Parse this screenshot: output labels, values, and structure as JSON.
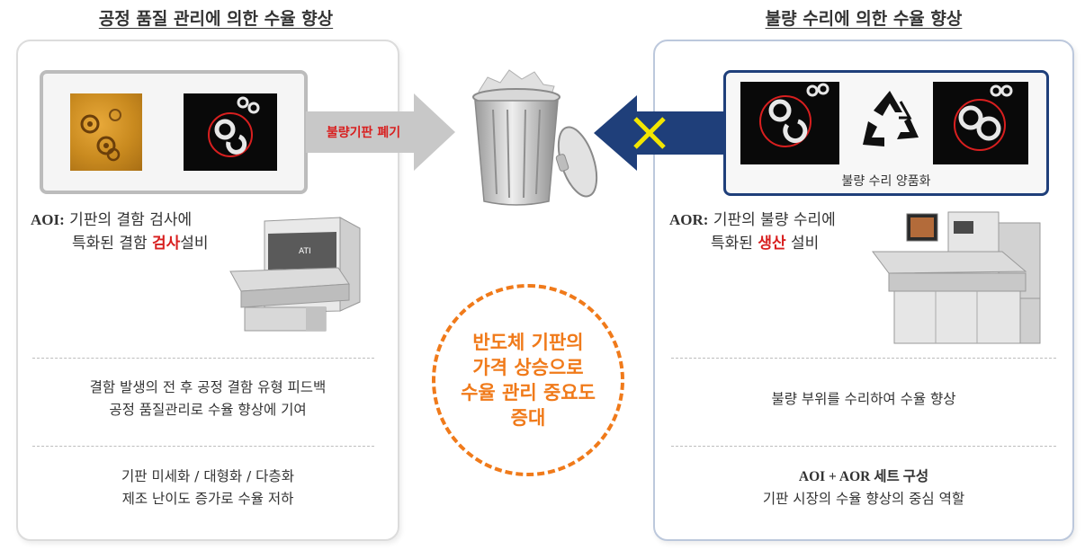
{
  "left": {
    "header": "공정 품질 관리에 의한 수율 향상",
    "arrow_label": "불량기판 폐기",
    "aoi_prefix": "AOI:",
    "aoi_line1_rest": " 기판의 결함 검사에",
    "aoi_line2_pre": "특화된 결함 ",
    "aoi_line2_hl": "검사",
    "aoi_line2_post": "설비",
    "text1_line1": "결함 발생의 전 후 공정 결함 유형 피드백",
    "text1_line2": "공정 품질관리로  수율 향상에 기여",
    "text2_line1": "기판 미세화 / 대형화 / 다층화",
    "text2_line2": "제조 난이도 증가로 수율 저하"
  },
  "right": {
    "header": "불량 수리에 의한 수율 향상",
    "caption": "불량 수리 양품화",
    "aor_prefix": "AOR:",
    "aor_line1_rest": " 기판의 불량 수리에",
    "aor_line2_pre": "특화된 ",
    "aor_line2_hl": "생산",
    "aor_line2_post": " 설비",
    "text1": "불량 부위를  수리하여 수율 향상",
    "text2_line1": "AOI + AOR 세트 구성",
    "text2_line2": "기판 시장의 수율 향상의 중심 역할"
  },
  "center": {
    "line1": "반도체 기판의",
    "line2": "가격 상승으로",
    "line3": "수율 관리 중요도",
    "line4": "증대"
  },
  "colors": {
    "accent_red": "#d81f1f",
    "accent_orange": "#f07a1a",
    "navy": "#1f3f7a",
    "gray_arrow": "#c8c8c8",
    "x_mark": "#f2e600"
  },
  "icons": [
    "trash-can-icon",
    "recycle-icon",
    "x-mark-icon",
    "right-arrow",
    "left-arrow"
  ]
}
